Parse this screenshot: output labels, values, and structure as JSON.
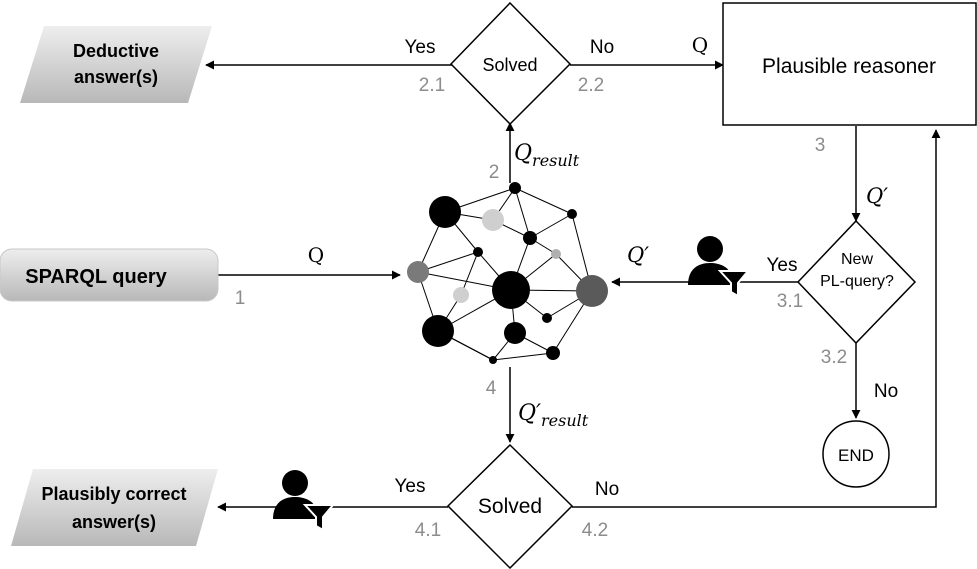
{
  "nodes": {
    "deductive": "Deductive\nanswer(s)",
    "sparql": "SPARQL query",
    "plausibly_correct": "Plausibly correct\nanswer(s)",
    "solved_top": "Solved",
    "solved_bottom": "Solved",
    "plausible_reasoner": "Plausible reasoner",
    "new_pl_query": "New\nPL-query?",
    "end": "END"
  },
  "edge_labels": {
    "yes_top": "Yes",
    "no_top": "No",
    "q_reasoner": "Q",
    "q_in": "Q",
    "q_result_main": "Q",
    "q_result_sub": "result",
    "q_prime_reasoner": "Q′",
    "q_prime_graph": "Q′",
    "yes_pl": "Yes",
    "no_pl": "No",
    "q_prime_result_main": "Q′",
    "q_prime_result_sub": "result",
    "yes_bottom": "Yes",
    "no_bottom": "No"
  },
  "step_numbers": {
    "s1": "1",
    "s2": "2",
    "s2_1": "2.1",
    "s2_2": "2.2",
    "s3": "3",
    "s3_1": "3.1",
    "s3_2": "3.2",
    "s4": "4",
    "s4_1": "4.1",
    "s4_2": "4.2"
  },
  "icons": {
    "user_filter_right": "user-filter-icon",
    "user_filter_bottom": "user-filter-icon",
    "knowledge_graph": "knowledge-graph-icon"
  },
  "colors": {
    "io_fill_light": "#e6e6e6",
    "io_fill_dark": "#b5b5b5",
    "step_number": "#8c8c8c"
  }
}
